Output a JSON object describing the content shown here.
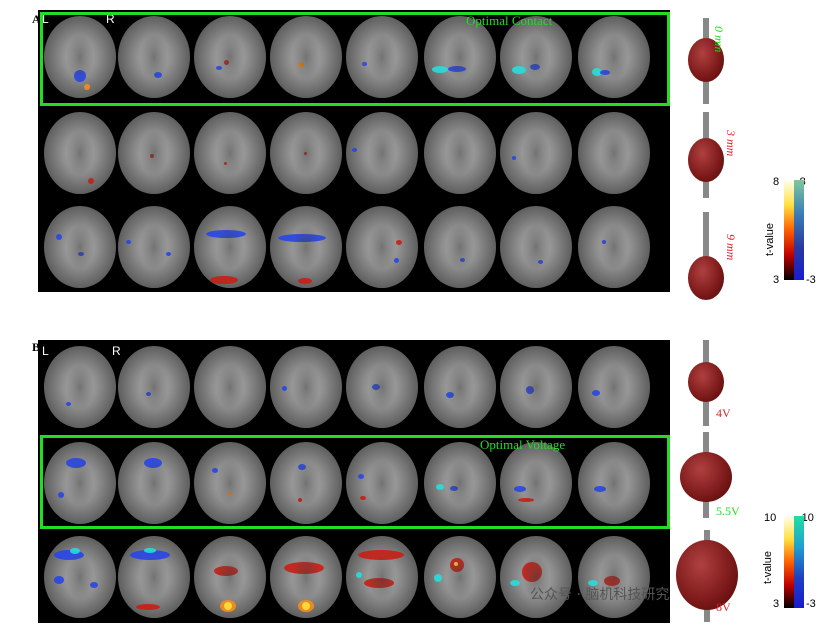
{
  "panel_a": {
    "label": "A",
    "left_label": "L",
    "right_label": "R",
    "highlight_text": "Optimal Contact",
    "contacts": [
      {
        "label": "0 mm",
        "color": "#22dd22"
      },
      {
        "label": "3 mm",
        "color": "#dd2222"
      },
      {
        "label": "9 mm",
        "color": "#dd2222"
      }
    ],
    "colorbar": {
      "top_pos": "8",
      "top_neg": "-8",
      "bottom_pos": "3",
      "bottom_neg": "-3",
      "title": "t-value"
    }
  },
  "panel_b": {
    "label": "B",
    "left_label": "L",
    "right_label": "R",
    "highlight_text": "Optimal Voltage",
    "voltages": [
      {
        "label": "4V",
        "color": "#dd2222"
      },
      {
        "label": "5.5V",
        "color": "#22dd22"
      },
      {
        "label": "8V",
        "color": "#dd2222"
      }
    ],
    "colorbar": {
      "top_pos": "10",
      "top_neg": "-10",
      "bottom_pos": "3",
      "bottom_neg": "-3",
      "title": "t-value"
    }
  },
  "watermark": {
    "text": "公众号 · 脑机科技研究"
  },
  "colors": {
    "highlight": "#22dd22",
    "background": "#000000"
  }
}
